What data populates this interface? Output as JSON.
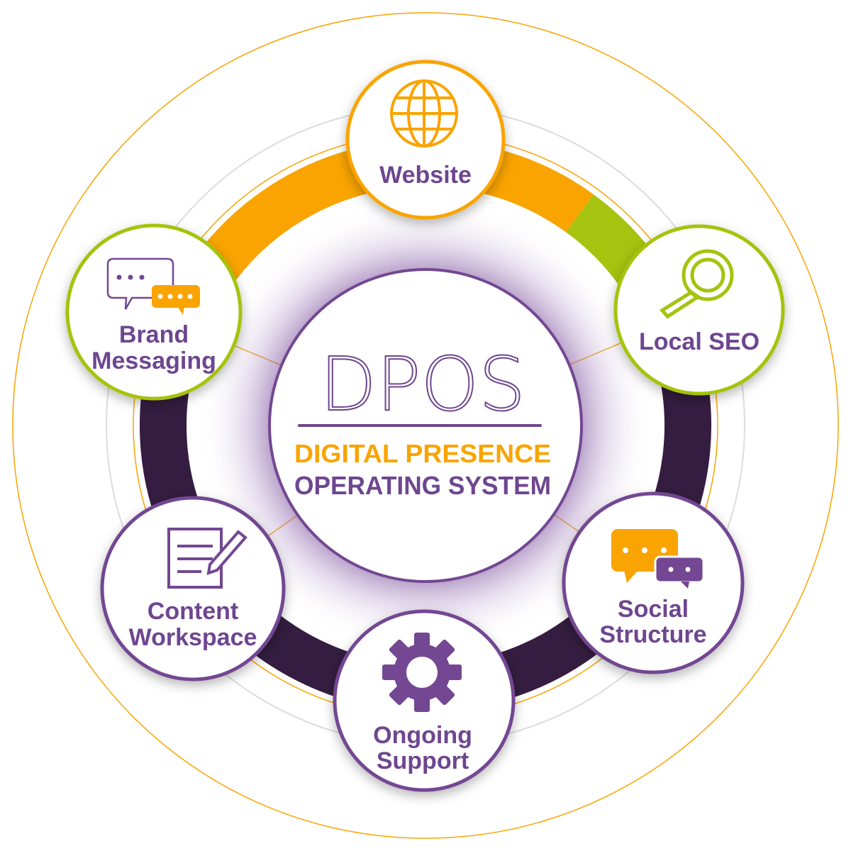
{
  "center": {
    "acronym": "DPOS",
    "line1": "DIGITAL PRESENCE",
    "line2": "OPERATING SYSTEM"
  },
  "nodes": [
    {
      "id": "website",
      "lines": [
        "Website"
      ],
      "icon": "globe-icon",
      "color": "#f9a400"
    },
    {
      "id": "local-seo",
      "lines": [
        "Local SEO"
      ],
      "icon": "magnifier-icon",
      "color": "#a5c30f"
    },
    {
      "id": "social-structure",
      "lines": [
        "Social",
        "Structure"
      ],
      "icon": "chat-bubbles-icon",
      "color": "#734792"
    },
    {
      "id": "ongoing-support",
      "lines": [
        "Ongoing",
        "Support"
      ],
      "icon": "gear-icon",
      "color": "#734792"
    },
    {
      "id": "content-workspace",
      "lines": [
        "Content",
        "Workspace"
      ],
      "icon": "document-pen-icon",
      "color": "#734792"
    },
    {
      "id": "brand-messaging",
      "lines": [
        "Brand",
        "Messaging"
      ],
      "icon": "message-bubbles-icon",
      "color": "#a5c30f"
    }
  ],
  "colors": {
    "purple": "#6e4690",
    "orange": "#f9a400",
    "green": "#a5c30f",
    "dark": "#341d40"
  }
}
